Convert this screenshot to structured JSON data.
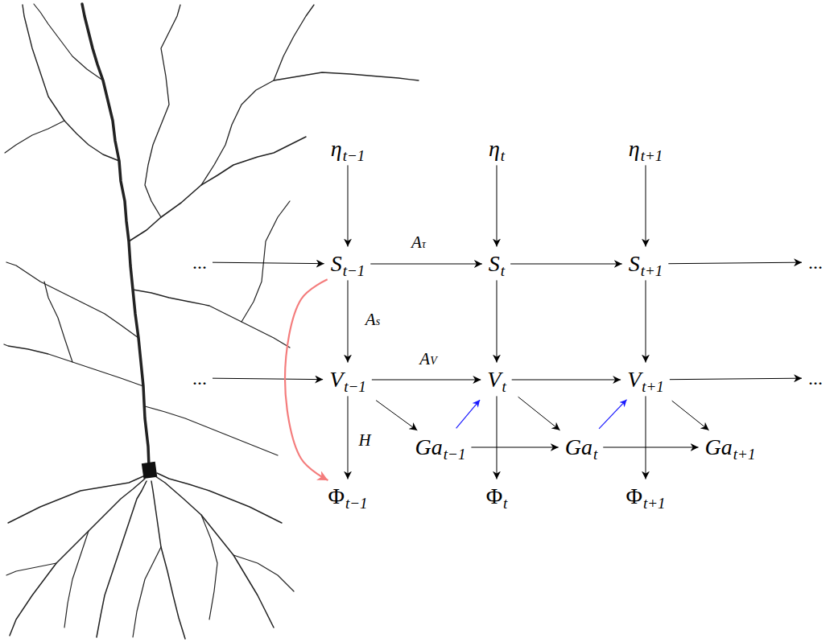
{
  "diagram": {
    "nodes": [
      {
        "text": [
          "η",
          "t−1"
        ]
      },
      {
        "text": [
          "η",
          "t"
        ]
      },
      {
        "text": [
          "η",
          "t+1"
        ]
      },
      {
        "text": [
          "..."
        ]
      },
      {
        "text": [
          "S",
          "t−1"
        ]
      },
      {
        "text": [
          "S",
          "t"
        ]
      },
      {
        "text": [
          "S",
          "t+1"
        ]
      },
      {
        "text": [
          "..."
        ]
      },
      {
        "text": [
          "..."
        ]
      },
      {
        "text": [
          "V",
          "t−1"
        ]
      },
      {
        "text": [
          "V",
          "t"
        ]
      },
      {
        "text": [
          "V",
          "t+1"
        ]
      },
      {
        "text": [
          "..."
        ]
      },
      {
        "text": [
          "Ga",
          "t−1"
        ]
      },
      {
        "text": [
          "Ga",
          "t"
        ]
      },
      {
        "text": [
          "Ga",
          "t+1"
        ]
      },
      {
        "text": [
          "Φ",
          "t−1"
        ]
      },
      {
        "text": [
          "Φ",
          "t"
        ]
      },
      {
        "text": [
          "Φ",
          "t+1"
        ]
      }
    ],
    "edges": [
      {
        "from": 0,
        "to": 4,
        "arrow": "to"
      },
      {
        "from": 1,
        "to": 5,
        "arrow": "to"
      },
      {
        "from": 2,
        "to": 6,
        "arrow": "to"
      },
      {
        "from": 3,
        "to": 4,
        "arrow": "to"
      },
      {
        "from": 4,
        "to": 5,
        "label": "Aτ",
        "arrow": "to"
      },
      {
        "from": 5,
        "to": 6,
        "arrow": "to"
      },
      {
        "from": 6,
        "to": 7,
        "arrow": "to"
      },
      {
        "from": 4,
        "to": 9,
        "label": "As",
        "arrow": "to"
      },
      {
        "from": 5,
        "to": 10,
        "arrow": "to"
      },
      {
        "from": 6,
        "to": 11,
        "arrow": "to"
      },
      {
        "from": 8,
        "to": 9,
        "arrow": "to"
      },
      {
        "from": 9,
        "to": 10,
        "label": "AV",
        "arrow": "to"
      },
      {
        "from": 10,
        "to": 11,
        "arrow": "to"
      },
      {
        "from": 11,
        "to": 12,
        "arrow": "to"
      },
      {
        "from": 9,
        "to": 16,
        "label": "H",
        "arrow": "to"
      },
      {
        "from": 10,
        "to": 17,
        "arrow": "to"
      },
      {
        "from": 11,
        "to": 18,
        "arrow": "to"
      },
      {
        "from": 9,
        "to": 13,
        "arrow": "to"
      },
      {
        "from": 10,
        "to": 14,
        "arrow": "to"
      },
      {
        "from": 11,
        "to": 15,
        "arrow": "to"
      },
      {
        "from": 13,
        "to": 14,
        "arrow": "to"
      },
      {
        "from": 14,
        "to": 15,
        "arrow": "to"
      },
      {
        "from": 13,
        "to": 10,
        "arrow": "to"
      },
      {
        "from": 14,
        "to": 11,
        "arrow": "to"
      },
      {
        "from": 4,
        "to": 16,
        "arrow": "to"
      }
    ]
  }
}
